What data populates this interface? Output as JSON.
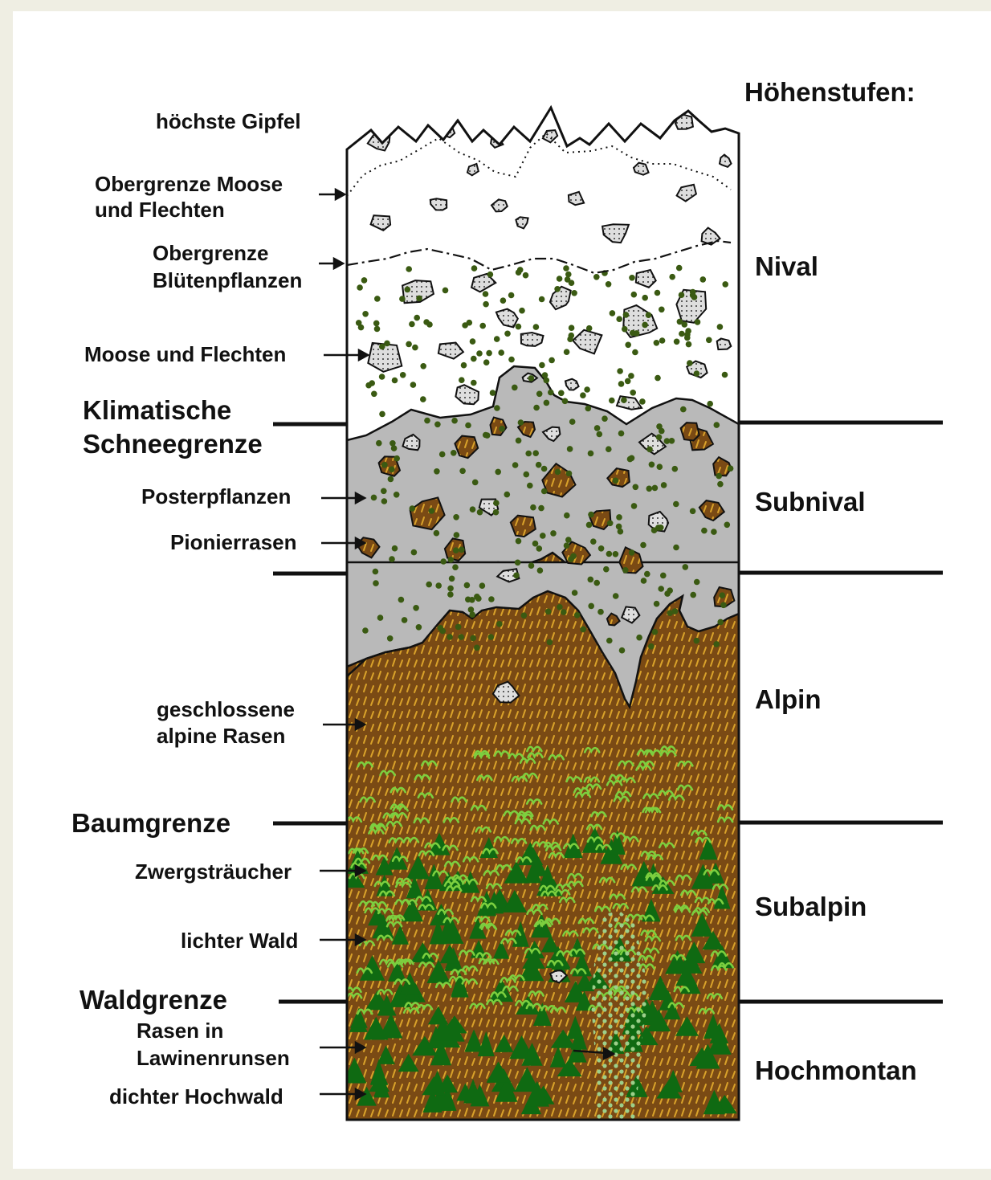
{
  "zones_title": "Höhenstufen:",
  "zones": [
    "Nival",
    "Subnival",
    "Alpin",
    "Subalpin",
    "Hochmontan"
  ],
  "boundaries": [
    "Klimatische Schneegrenze",
    "Baumgrenze",
    "Waldgrenze"
  ],
  "boundary_lines": {
    "klimatische": [
      "Klimatische",
      "Schneegrenze"
    ],
    "baumgrenze": "Baumgrenze",
    "waldgrenze": "Waldgrenze"
  },
  "labels": {
    "gipfel": "höchste Gipfel",
    "moose_grenze": [
      "Obergrenze Moose",
      "und Flechten"
    ],
    "bluten_grenze": [
      "Obergrenze",
      "Blütenpflanzen"
    ],
    "moose": "Moose und Flechten",
    "poster": "Posterpflanzen",
    "pionier": "Pionierrasen",
    "rasen": [
      "geschlossene",
      "alpine Rasen"
    ],
    "zwerg": "Zwergsträucher",
    "lichter": "lichter Wald",
    "lawine": [
      "Rasen in",
      "Lawinenrunsen"
    ],
    "dichter": "dichter Hochwald"
  },
  "colors": {
    "background": "#efeee3",
    "snow": "#ffffff",
    "rock_debris": "#b9b9b9",
    "soil": "#7a4a14",
    "grass_strokes": "#d9a22a",
    "moss_dots": "#3a5a12",
    "dwarf_shrubs": "#7ccf3f",
    "conifers": "#0f6a12",
    "avalanche_grass": "#9ccf8a"
  }
}
